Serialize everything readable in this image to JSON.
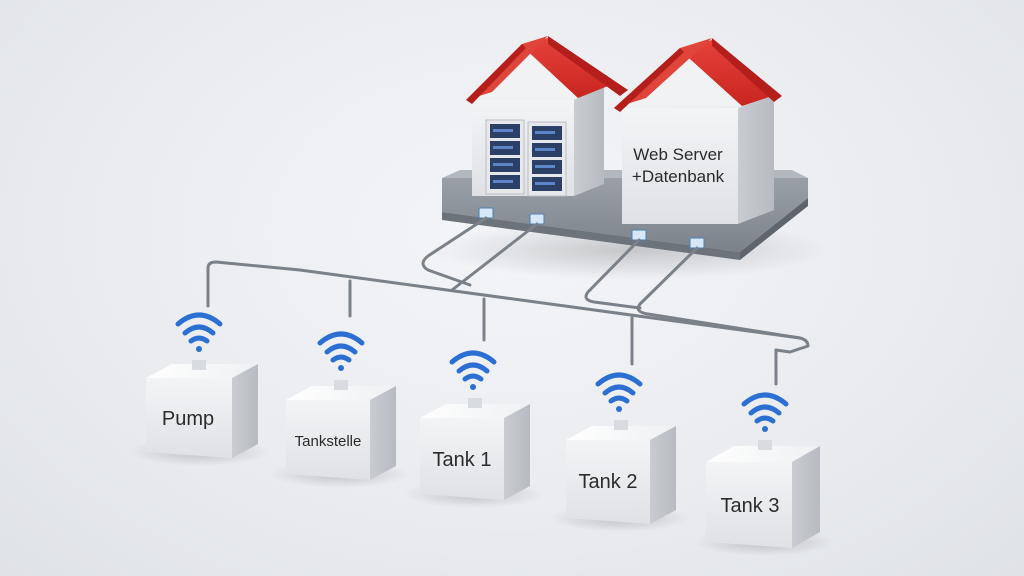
{
  "server": {
    "label_line1": "Web Server",
    "label_line2": "+Datenbank"
  },
  "devices": [
    {
      "label": "Pump"
    },
    {
      "label": "Tankstelle"
    },
    {
      "label": "Tank 1"
    },
    {
      "label": "Tank 2"
    },
    {
      "label": "Tank 3"
    }
  ],
  "colors": {
    "roof": "#d92f2b",
    "wall": "#eceef1",
    "platform": "#8a9098",
    "wifi": "#2a6fd1",
    "cable": "#7b8189",
    "rack": "#2c3f66"
  }
}
